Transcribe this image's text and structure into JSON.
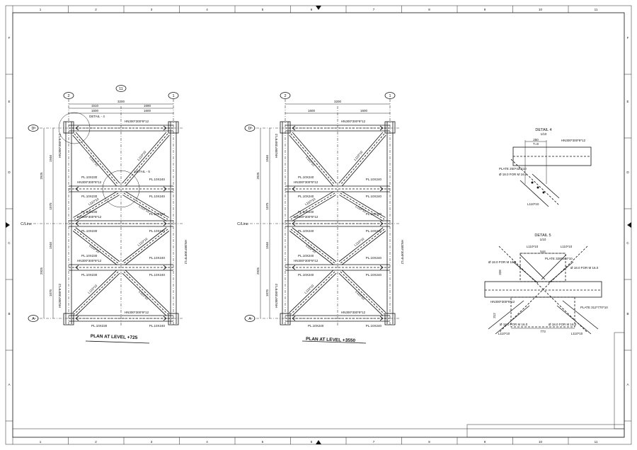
{
  "sheet": {
    "columns": [
      "1",
      "2",
      "3",
      "4",
      "5",
      "6",
      "7",
      "8",
      "9",
      "10",
      "11"
    ],
    "rows": [
      "A",
      "B",
      "C",
      "D",
      "E",
      "F"
    ]
  },
  "plans": [
    {
      "title": "PLAN AT LEVEL +725",
      "grid_left": "2",
      "grid_right": "1",
      "grid_center": "11",
      "row_top": "D'",
      "row_mid": "C/Line",
      "row_bottom": "A",
      "dim_total": "3200",
      "dim_half_left": "1510",
      "dim_half_right": "1690",
      "dim_sub_left": "1600",
      "dim_sub_right": "1600",
      "dim_v_outer_top": "2925",
      "dim_v_outer_bottom": "2925",
      "dim_v_inner": [
        "1946",
        "1075",
        "1946",
        "1075"
      ],
      "beam": "HN300*300*8*12",
      "plate_a": "PL.10X230",
      "plate_b": "PL.10X240",
      "brace": "L110*10",
      "detail_4": "DETAIL - 4",
      "detail_5": "DETAIL - 5"
    },
    {
      "title": "PLAN AT LEVEL +3550",
      "grid_left": "2",
      "grid_right": "1",
      "row_top": "D'",
      "row_mid": "C/Line",
      "row_bottom": "A",
      "dim_total": "3200",
      "dim_sub_left": "1600",
      "dim_sub_right": "1600",
      "dim_v_outer_top": "2925",
      "dim_v_outer_bottom": "2925",
      "dim_v_inner": [
        "1946",
        "1075",
        "1946",
        "1075"
      ],
      "beam": "HN300*300*8*12",
      "plate_a": "PL.10X240",
      "plate_b": "PL.10X240",
      "brace": "L110*10"
    }
  ],
  "detail4": {
    "title": "DETAIL 4",
    "scale": "1/10",
    "dim": "250",
    "dim_sub": "T=9",
    "beam": "HN300*300*8*12",
    "plate": "PLATE 250*420*10",
    "bolt": "Ø 18.0 FOR M 16.0",
    "angle": "L110*10"
  },
  "detail5": {
    "title": "DETAIL 5",
    "scale": "1/10",
    "dim_top": "544",
    "dim_bottom": "773",
    "dim_left_top": "328",
    "dim_left_bottom": "312",
    "plate_top": "PLATE 328*544*10",
    "plate_bottom": "PLATE 312*770*10",
    "beam": "HN300*300*8*12",
    "bolt": "Ø 18.0 FOR M 16.0",
    "angle": "L110*10"
  }
}
